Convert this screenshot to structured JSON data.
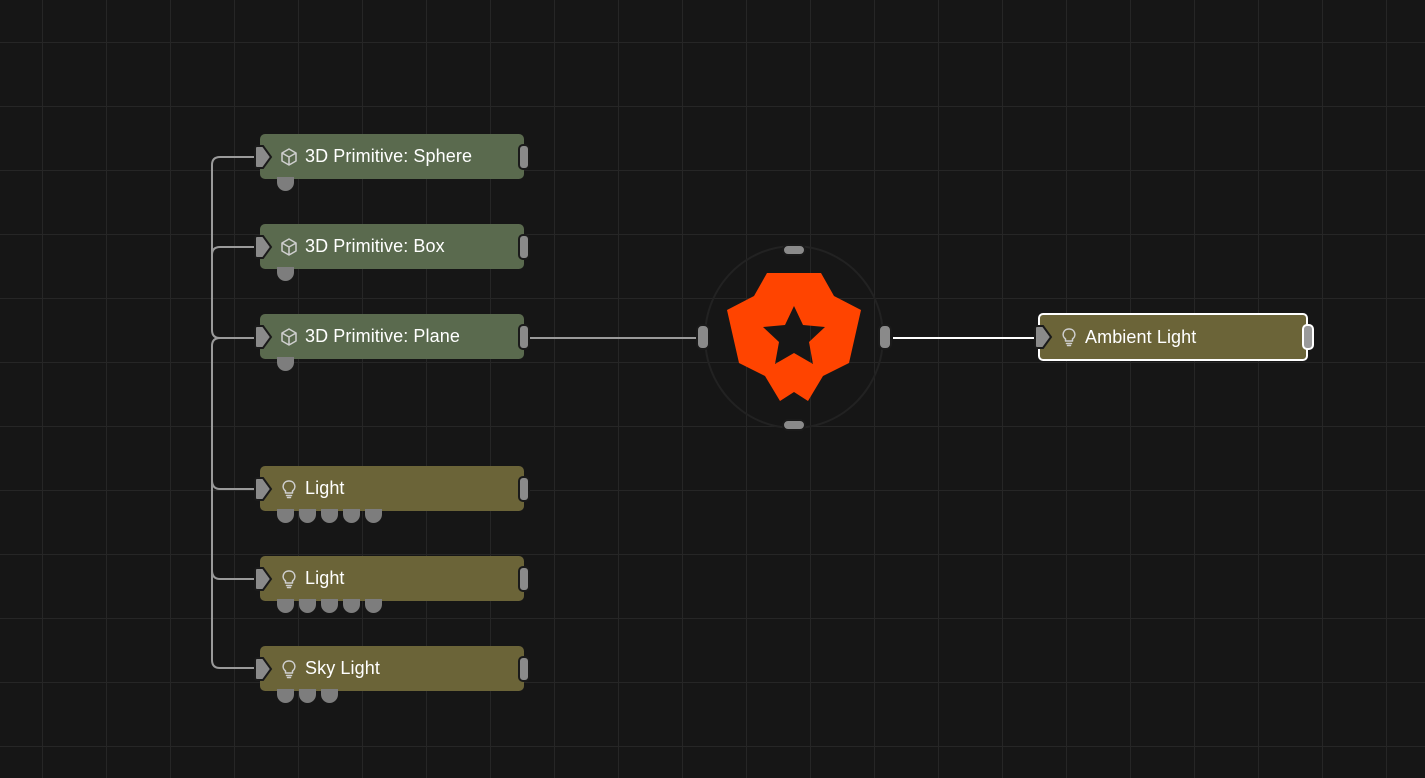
{
  "nodes": [
    {
      "id": "sphere",
      "label": "3D Primitive: Sphere",
      "kind": "primitive",
      "icon": "cube-icon",
      "dots": 1
    },
    {
      "id": "box",
      "label": "3D Primitive: Box",
      "kind": "primitive",
      "icon": "cube-icon",
      "dots": 1
    },
    {
      "id": "plane",
      "label": "3D Primitive: Plane",
      "kind": "primitive",
      "icon": "cube-icon",
      "dots": 1
    },
    {
      "id": "light1",
      "label": "Light",
      "kind": "light",
      "icon": "lightbulb-icon",
      "dots": 5
    },
    {
      "id": "light2",
      "label": "Light",
      "kind": "light",
      "icon": "lightbulb-icon",
      "dots": 5
    },
    {
      "id": "skylight",
      "label": "Sky Light",
      "kind": "light",
      "icon": "lightbulb-icon",
      "dots": 3
    },
    {
      "id": "ambient",
      "label": "Ambient Light",
      "kind": "light",
      "icon": "lightbulb-icon",
      "dots": 0,
      "selected": true
    }
  ],
  "hub": {
    "icon": "star-gear-logo-icon"
  },
  "colors": {
    "background": "#161616",
    "grid": "#262626",
    "primitive_node": "#5a6a4e",
    "light_node": "#6b6438",
    "logo_accent": "#ff4400",
    "port": "#8a8a8a",
    "wire": "#9a9a9a",
    "wire_selected": "#ffffff"
  }
}
